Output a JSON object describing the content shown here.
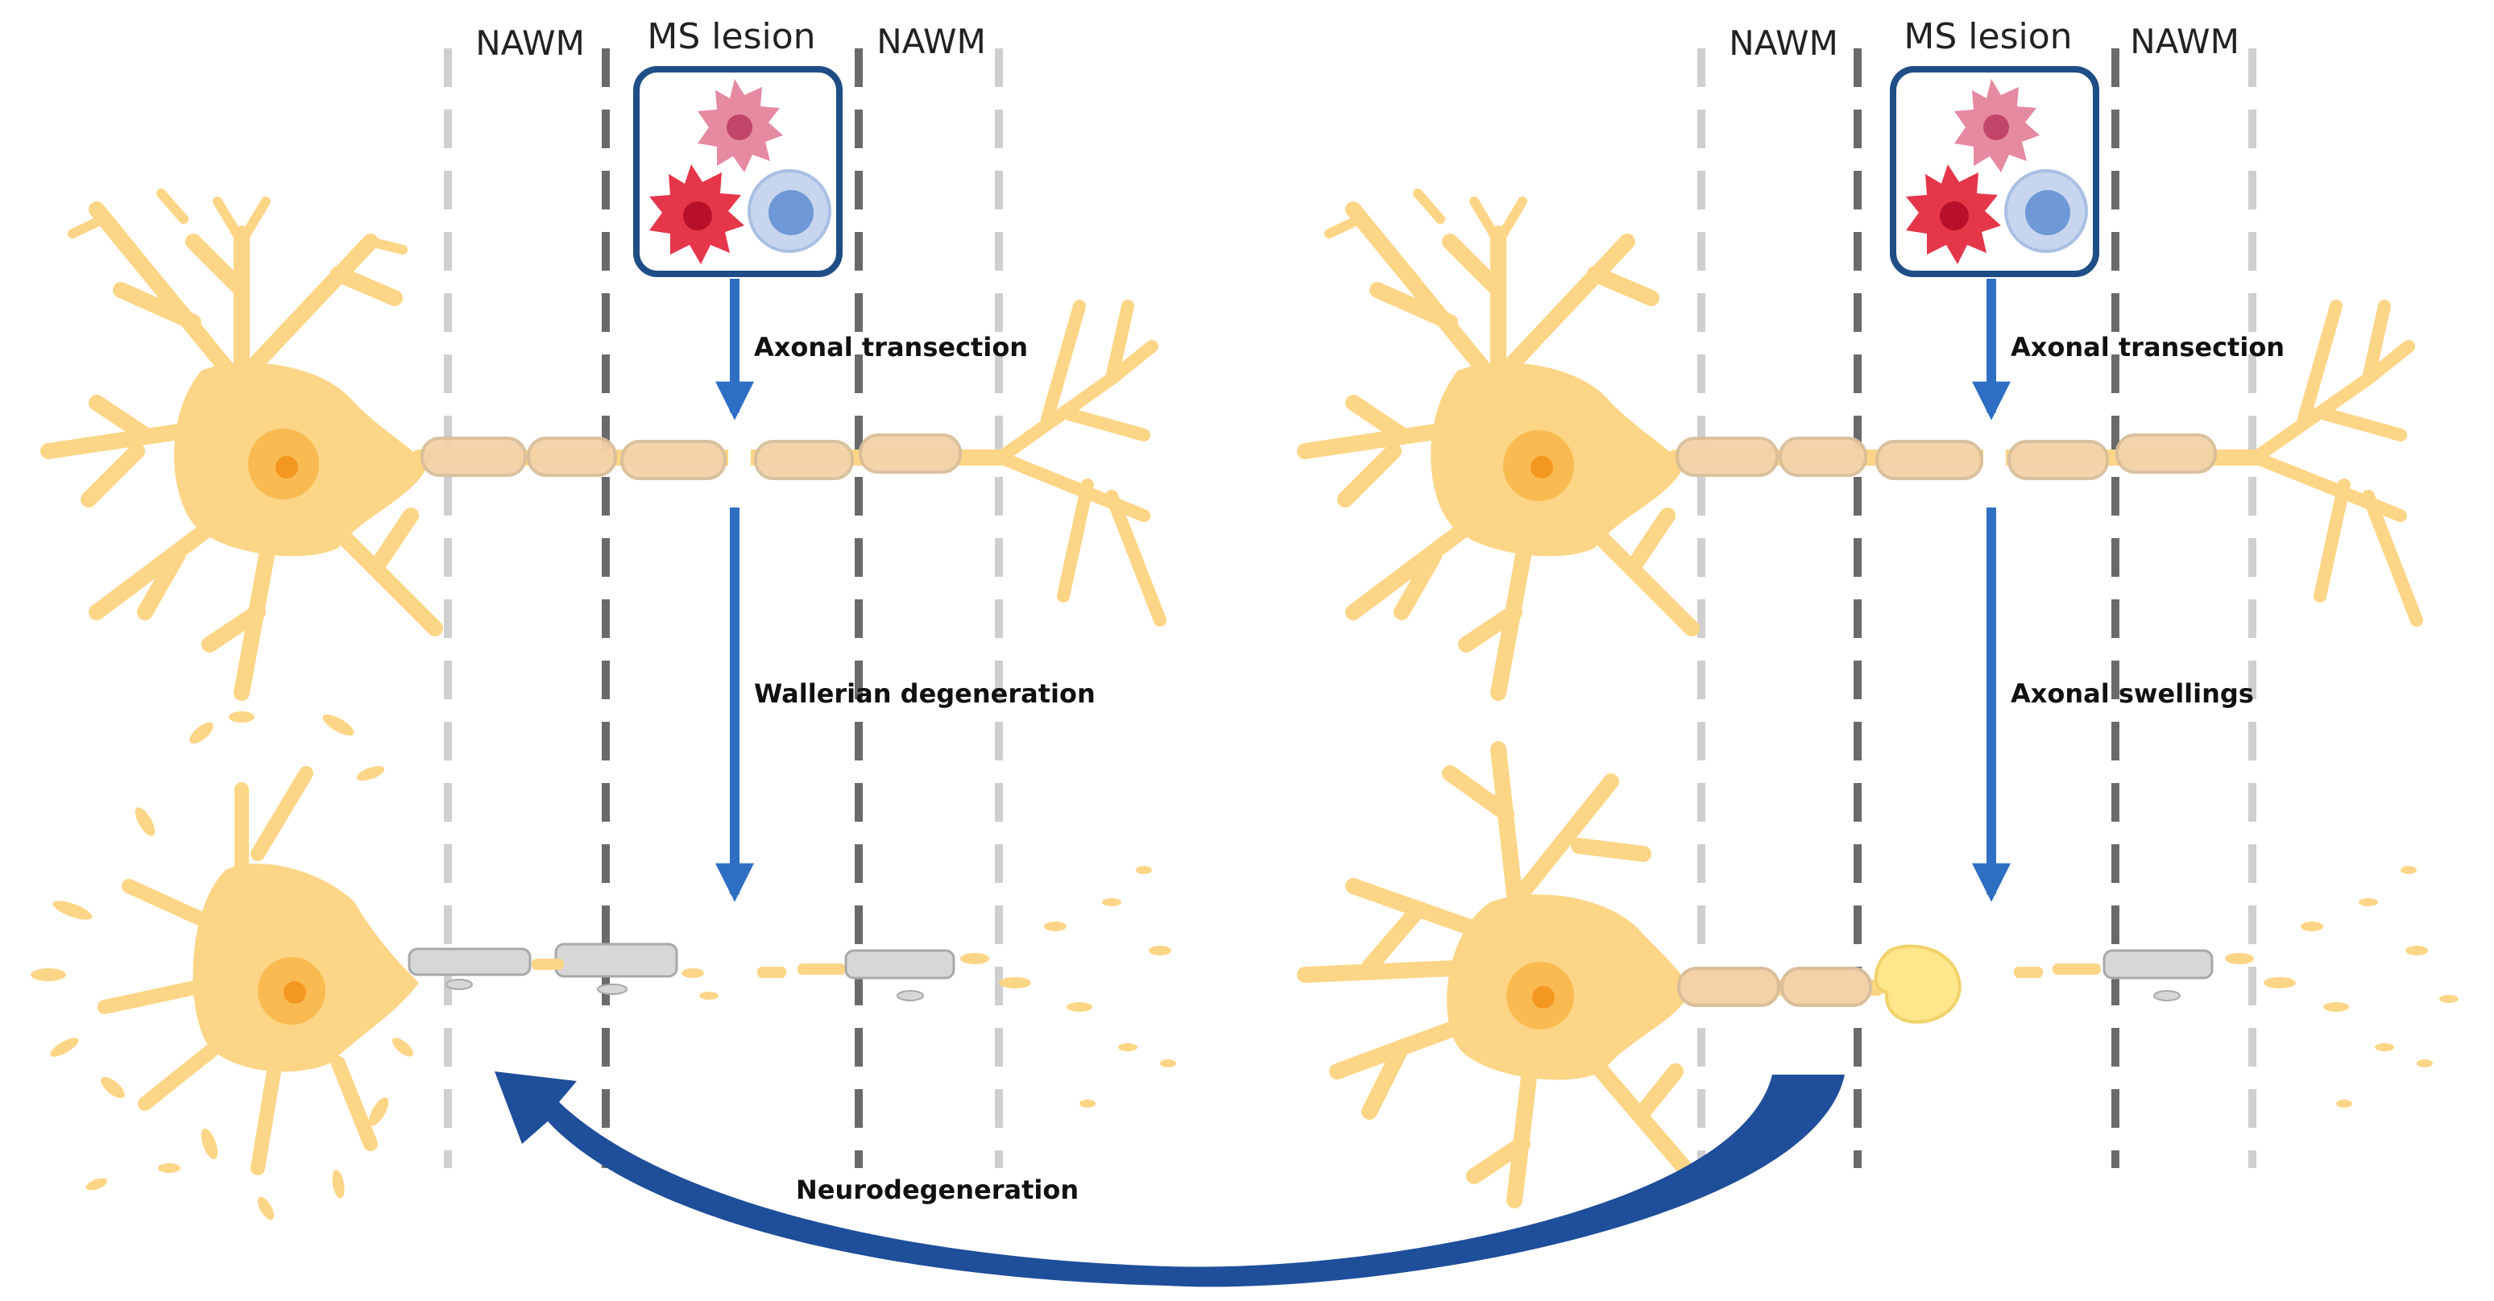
{
  "panels": [
    {
      "zone_labels": {
        "left": "NAWM",
        "center": "MS lesion",
        "right": "NAWM"
      },
      "transection_label": "Axonal transection",
      "process_label": "Wallerian degeneration"
    },
    {
      "zone_labels": {
        "left": "NAWM",
        "center": "MS lesion",
        "right": "NAWM"
      },
      "transection_label": "Axonal transection",
      "process_label": "Axonal swellings"
    }
  ],
  "feedback_label": "Neurodegeneration",
  "colors": {
    "neuron": "#FDD586",
    "neuron_edge": "#F4C56A",
    "nucleus": "#F7B23F",
    "nucleolus": "#F49720",
    "myelin": "#F3D2A8",
    "myelin_edge": "#D9BE9A",
    "debris": "#D7D7D7",
    "swelling": "#FDE68B",
    "arrow": "#2E6FC4",
    "curve_arrow": "#1F4E9A",
    "box_border": "#1F4E86",
    "dash_light": "#CFCFCF",
    "dash_dark": "#6A6A6A",
    "cell_pink": "#E58AA0",
    "cell_red": "#E5364A",
    "cell_blue": "#8FB0DF"
  }
}
